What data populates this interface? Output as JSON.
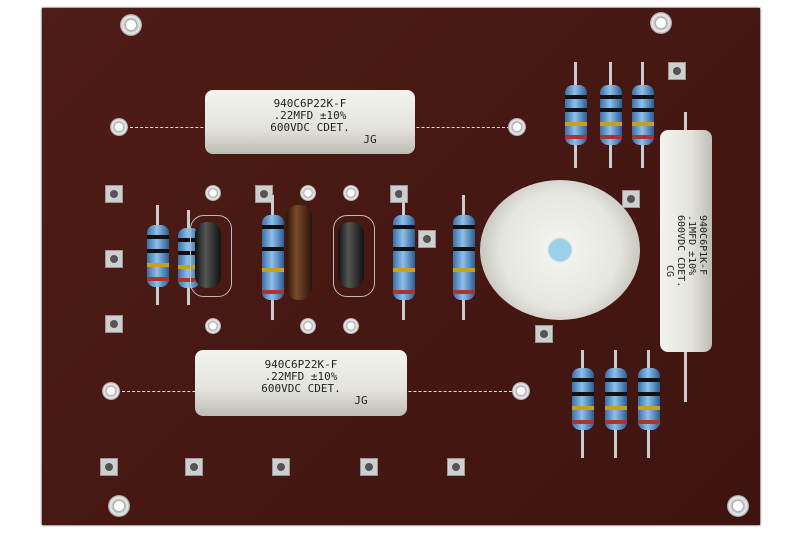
{
  "capacitor_top": {
    "part": "940C6P22K-F",
    "value": ".22MFD ±10%",
    "rating": "600VDC CDET.",
    "mark": "JG"
  },
  "capacitor_bottom": {
    "part": "940C6P22K-F",
    "value": ".22MFD ±10%",
    "rating": "600VDC CDET.",
    "mark": "JG"
  },
  "capacitor_right": {
    "part": "940C6P1K-F",
    "value": ".1MFD ±10%",
    "rating": "600VDC CDET.",
    "mark": "CG"
  },
  "colors": {
    "board": "#4a1a14",
    "resistor": "#5a8fc8",
    "capacitor": "#ecece6"
  }
}
